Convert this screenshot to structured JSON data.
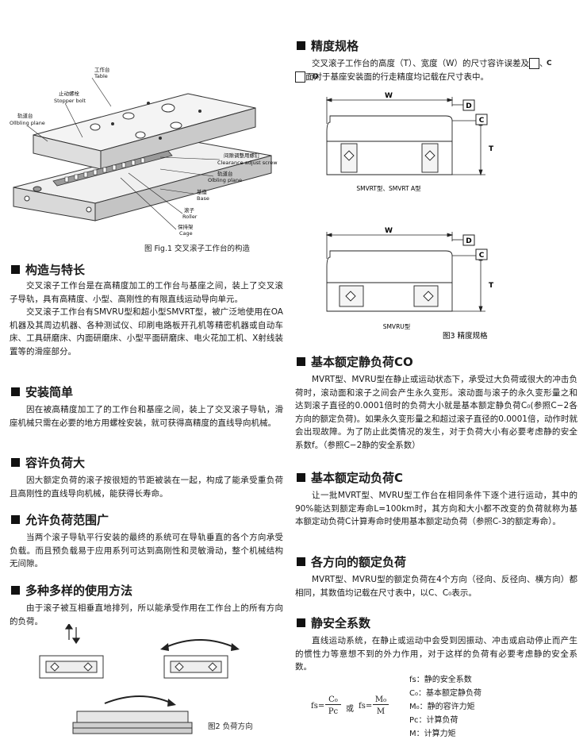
{
  "fig1": {
    "caption": "图 Fig.1 交叉滚子工作台的构造",
    "labels": {
      "table_cn": "工作台",
      "table_en": "Table",
      "stopper_cn": "止动螺栓",
      "stopper_en": "Stopper bolt",
      "rail_top_cn": "轨道台",
      "rail_top_en": "Ollbling plane",
      "clearance_cn": "间隙调整用螺钉",
      "clearance_en": "Clearance adjust screw",
      "rail_bot_cn": "轨道台",
      "rail_bot_en": "Olbling plane",
      "base_cn": "基座",
      "base_en": "Base",
      "roller_cn": "滚子",
      "roller_en": "Roller",
      "cage_cn": "保持架",
      "cage_en": "Cage"
    }
  },
  "structure": {
    "title": "构造与特长",
    "p1": "交叉滚子工作台是在高精度加工的工作台与基座之间，装上了交叉滚子导轨，具有高精度、小型、高刚性的有限直线运动导向单元。",
    "p2": "交叉滚子工作台有SMVRU型和超小型SMVRT型，被广泛地使用在OA机器及其周边机器、各种测试仪、印刷电路板开孔机等精密机器或自动车床、工具研磨床、内面研磨床、小型平面研磨床、电火花加工机、X射线装置等的滑座部分。"
  },
  "install": {
    "title": "安装简单",
    "p1": "因在被高精度加工了的工作台和基座之间，装上了交叉滚子导轨，滑座机械只需在必要的地方用螺栓安装，就可获得高精度的直线导向机械。"
  },
  "load": {
    "title": "容许负荷大",
    "p1": "因大额定负荷的滚子按很短的节距被装在一起，构成了能承受重负荷且高刚性的直线导向机械，能获得长寿命。"
  },
  "range": {
    "title": "允许负荷范围广",
    "p1": "当两个滚子导轨平行安装的最终的系统可在导轨垂直的各个方向承受负载。而且预负载易于应用系列可达到高刚性和灵敏滑动，整个机械结构无间隙。"
  },
  "usage": {
    "title": "多种多样的使用方法",
    "p1": "由于滚子被互相垂直地排列，所以能承受作用在工作台上的所有方向的负荷。",
    "fig2_caption": "图2 负荷方向"
  },
  "accuracy": {
    "title": "精度规格",
    "p1_a": "交叉滚子工作台的高度（T）、宽度（W）的尺寸容许误差及",
    "box_c": "C",
    "p1_b": "、",
    "box_d": "D",
    "p1_c": "面对于基座安装面的行走精度均记载在尺寸表中。",
    "dim_w": "W",
    "dim_t": "T",
    "ref_d": "D",
    "ref_c": "C",
    "model_a": "SMVRT型、SMVRT  A型",
    "model_b": "SMVRU型",
    "fig3_caption": "图3 精度规格"
  },
  "static_load": {
    "title": "基本额定静负荷CO",
    "p1": "MVRT型、MVRU型在静止或运动状态下，承受过大负荷或很大的冲击负荷时，滚动面和滚子之间会产生永久变形。滚动面与滚子的永久变形量之和达到滚子直径的0.0001倍时的负荷大小就是基本额定静负荷C₀(参照C−2各方向的额定负荷)。如果永久变形量之和超过滚子直径的0.0001倍，动作时就会出现故障。为了防止此类情况的发生，对于负荷大小有必要考虑静的安全系数f。（参照C−2静的安全系数）"
  },
  "dynamic_load": {
    "title": "基本额定动负荷C",
    "p1": "让一批MVRT型、MVRU型工作台在相同条件下逐个进行运动，其中的90%能达到额定寿命L=100km时，其方向和大小都不改变的负荷就称为基本额定动负荷C计算寿命时使用基本额定动负荷（参照C-3的额定寿命）。"
  },
  "directions": {
    "title": "各方向的额定负荷",
    "p1": "MVRT型、MVRU型的额定负荷在4个方向（径向、反径向、横方向）都相同，其数值均记载在尺寸表中，以C、C₀表示。"
  },
  "safety": {
    "title": "静安全系数",
    "p1": "直线运动系统，在静止或运动中会受到因振动、冲击或启动停止而产生的惯性力等意想不到的外力作用，对于这样的负荷有必要考虑静的安全系数。",
    "f_lhs": "fs=",
    "f_c0": "C₀",
    "f_pc": "Pc",
    "f_or": "或",
    "f_lhs2": "fs=",
    "f_m0": "M₀",
    "f_m": "M",
    "legend": [
      "fs：静的安全系数",
      "C₀：基本额定静负荷",
      "M₀：静的容许力矩",
      "Pc：计算负荷",
      "M：计算力矩"
    ]
  }
}
